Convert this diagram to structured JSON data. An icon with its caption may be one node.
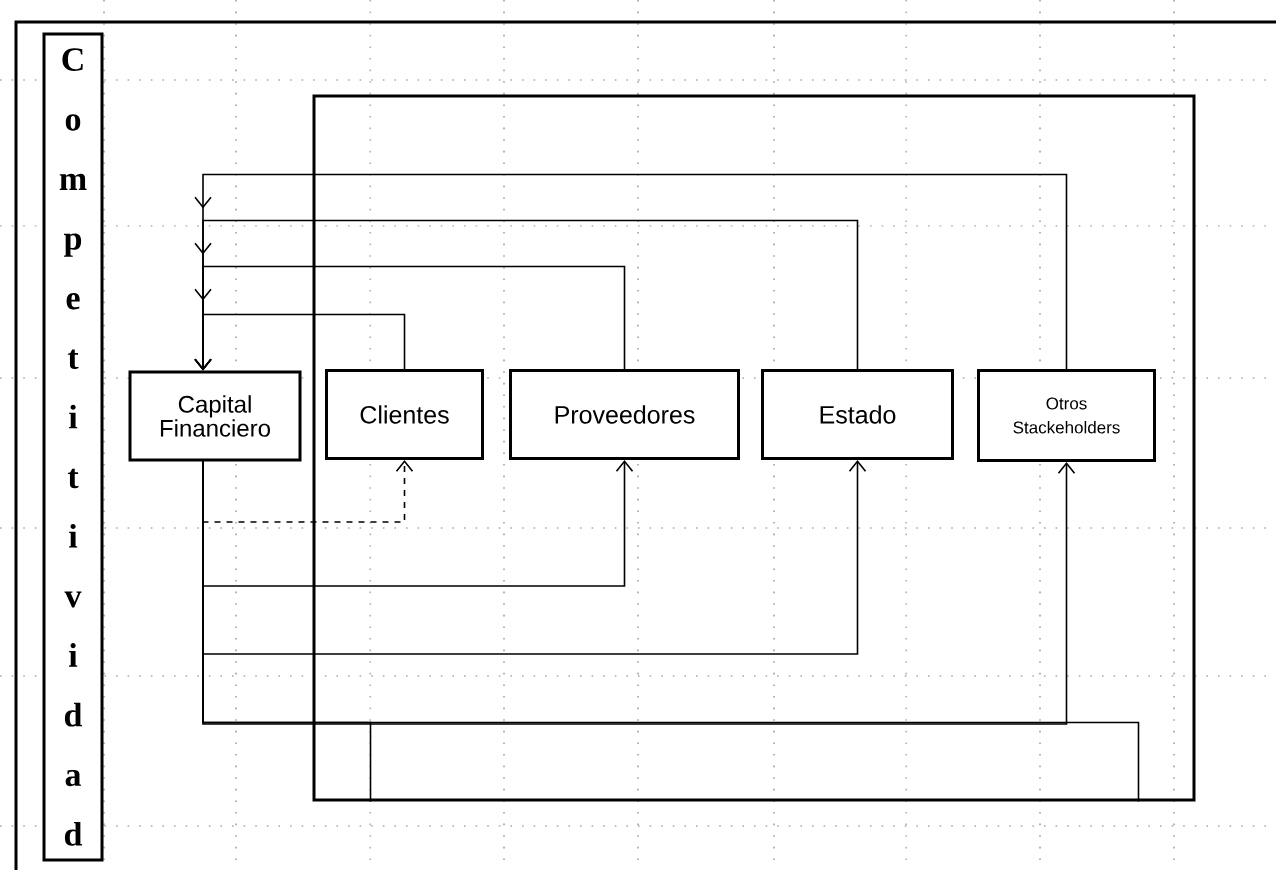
{
  "diagram": {
    "nodes": [
      {
        "text": [
          "Competitividad"
        ]
      },
      {
        "text": [
          "Capital Financiero"
        ]
      },
      {
        "text": [],
        "shape": "box"
      },
      {
        "text": [
          "Clientes"
        ],
        "in": 2
      },
      {
        "text": [
          "Proveedores"
        ],
        "in": 2
      },
      {
        "text": [
          "Estado"
        ],
        "in": 2
      },
      {
        "text": [
          "Otros Stackeholders"
        ],
        "in": 2
      }
    ],
    "edges": [
      {
        "from": 3,
        "to": 1,
        "arrow": "to"
      },
      {
        "from": 4,
        "to": 1,
        "arrow": "to"
      },
      {
        "from": 5,
        "to": 1,
        "arrow": "to"
      },
      {
        "from": 6,
        "to": 1,
        "arrow": "to"
      },
      {
        "from": 1,
        "to": 3,
        "arrow": "to",
        "style": "dashed"
      },
      {
        "from": 1,
        "to": 4,
        "arrow": "to"
      },
      {
        "from": 1,
        "to": 5,
        "arrow": "to"
      },
      {
        "from": 1,
        "to": 6,
        "arrow": "to"
      },
      {
        "from": 1,
        "to": 2,
        "arrow": "none"
      },
      {
        "from": 1,
        "to": 2,
        "arrow": "none"
      }
    ]
  }
}
